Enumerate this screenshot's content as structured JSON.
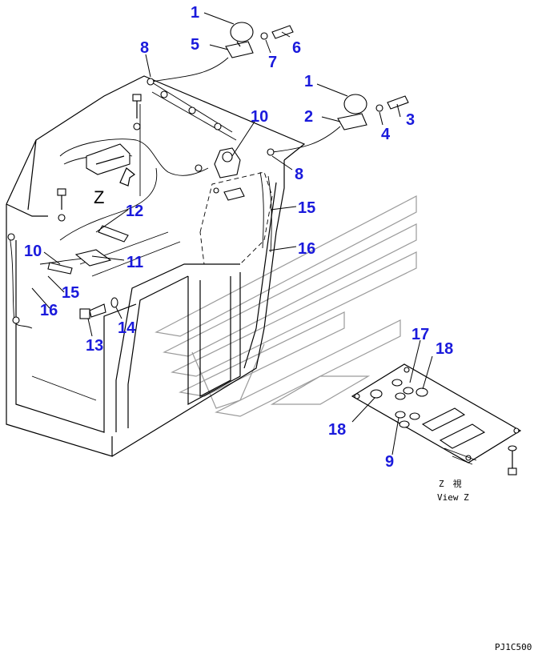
{
  "callouts": {
    "c1a": "1",
    "c5": "5",
    "c6": "6",
    "c7": "7",
    "c8a": "8",
    "c1b": "1",
    "c2": "2",
    "c3": "3",
    "c4": "4",
    "c10a": "10",
    "c8b": "8",
    "c15a": "15",
    "c16a": "16",
    "c12": "12",
    "c10b": "10",
    "c11": "11",
    "c15b": "15",
    "c16b": "16",
    "c13": "13",
    "c14": "14",
    "c17": "17",
    "c18a": "18",
    "c18b": "18",
    "c9": "9"
  },
  "view_marker": "Z",
  "view_caption_jp": "Z　視",
  "view_caption_en": "View Z",
  "drawing_code": "PJ1C500",
  "colors": {
    "callout": "#1a1adc",
    "line": "#000000",
    "watermark": "#9a9a9a"
  }
}
